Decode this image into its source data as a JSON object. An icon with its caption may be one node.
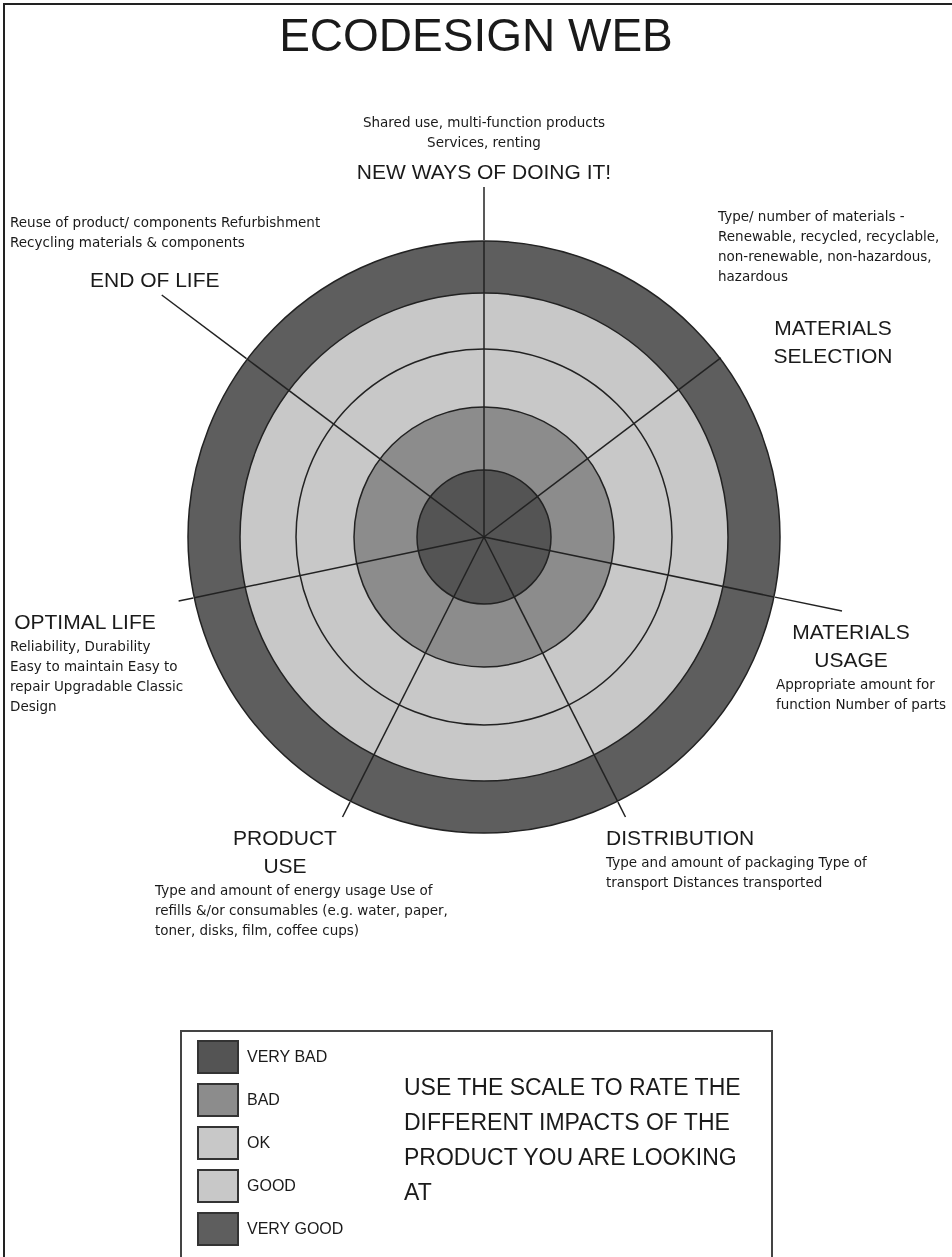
{
  "diagram": {
    "title": "ECODESIGN WEB",
    "nodes": [
      {
        "text": [],
        "shape": "circle"
      },
      {
        "text": [
          "Shared use, multi-function products Services, renting",
          "NEW WAYS OF DOING IT!"
        ]
      },
      {
        "text": [
          "Type/ number of materials - Renewable, recycled, recyclable, non-renewable, non-hazardous, hazardous",
          "MATERIALS SELECTION"
        ]
      },
      {
        "text": [
          "MATERIALS USAGE",
          "Appropriate amount for function Number of parts"
        ]
      },
      {
        "text": [
          "DISTRIBUTION",
          "Type and amount of packaging Type of transport Distances transported"
        ]
      },
      {
        "text": [
          "PRODUCT USE",
          "Type and amount of energy usage Use of refills &/or consumables (e.g. water, paper, toner, disks, film, coffee cups)"
        ]
      },
      {
        "text": [
          "OPTIMAL LIFE",
          "Reliability, Durability Easy to maintain Easy to repair Upgradable Classic Design"
        ]
      },
      {
        "text": [
          "Reuse of product/ components Refurbishment Recycling materials & components",
          "END OF LIFE"
        ]
      }
    ],
    "edges": [
      {
        "from": 1,
        "to": 0,
        "arrow": "none"
      },
      {
        "from": 2,
        "to": 0,
        "arrow": "none"
      },
      {
        "from": 3,
        "to": 0,
        "arrow": "none"
      },
      {
        "from": 4,
        "to": 0,
        "arrow": "none"
      },
      {
        "from": 5,
        "to": 0,
        "arrow": "none"
      },
      {
        "from": 6,
        "to": 0,
        "arrow": "none"
      },
      {
        "from": 7,
        "to": 0,
        "arrow": "none"
      }
    ],
    "labels": [
      "USE THE SCALE TO RATE THE DIFFERENT IMPACTS OF THE PRODUCT YOU ARE LOOKING AT"
    ],
    "legend": [
      {
        "text": "VERY BAD",
        "color": "#545454"
      },
      {
        "text": "BAD",
        "color": "#8c8c8c"
      },
      {
        "text": "OK",
        "color": "#c8c8c8"
      },
      {
        "text": "GOOD",
        "color": "#c8c8c8"
      },
      {
        "text": "VERY GOOD",
        "color": "#5e5e5e"
      }
    ]
  }
}
